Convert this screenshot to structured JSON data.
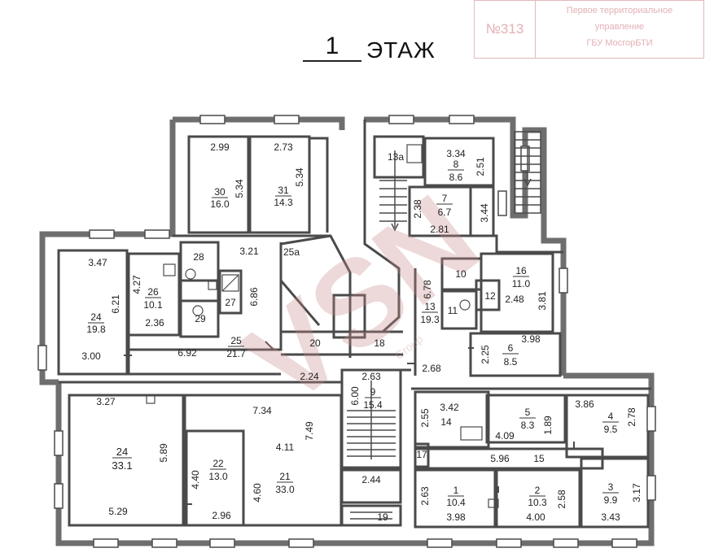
{
  "header": {
    "floor_number": "1",
    "floor_word": "ЭТАЖ"
  },
  "stamp": {
    "number": "№313",
    "lines": [
      "Первое территориальное",
      "управление",
      "ГБУ МосгорБТИ"
    ]
  },
  "watermark": "VSN",
  "watermark_small": "Group",
  "colors": {
    "wall": "#6e6e6e",
    "line": "#4a4a4a",
    "stamp": "#e4b0b5",
    "watermark": "#c98a8a"
  },
  "rooms": {
    "r30": {
      "num": "30",
      "area": "16.0",
      "w": "2.99",
      "h": "5.34"
    },
    "r31": {
      "num": "31",
      "area": "14.3",
      "w": "2.73",
      "h": "5.34"
    },
    "r13a": {
      "num": "13а"
    },
    "r8": {
      "num": "8",
      "area": "8.6",
      "w": "3.34",
      "h": "2.51"
    },
    "r7": {
      "num": "7",
      "area": "6.7",
      "w": "2.81",
      "h": "2.38",
      "d": "3.44"
    },
    "r24a": {
      "num": "24",
      "area": "19.8",
      "w": "3.47",
      "h": "6.21",
      "b": "3.00"
    },
    "r26": {
      "num": "26",
      "area": "10.1",
      "w": "2.36",
      "h": "4.27"
    },
    "r28": {
      "num": "28"
    },
    "r27": {
      "num": "27"
    },
    "r29": {
      "num": "29"
    },
    "r25": {
      "num": "25",
      "area": "21.7",
      "w": "6.92",
      "h": "6.86",
      "t": "3.21"
    },
    "r25a": {
      "num": "25а"
    },
    "r10": {
      "num": "10"
    },
    "r11": {
      "num": "11"
    },
    "r12": {
      "num": "12"
    },
    "r16": {
      "num": "16",
      "area": "11.0",
      "w": "2.48",
      "h": "3.81"
    },
    "r13": {
      "num": "13",
      "area": "19.3",
      "h": "6.78",
      "b": "2.68"
    },
    "r6": {
      "num": "6",
      "area": "8.5",
      "w": "3.98",
      "h": "2.25"
    },
    "r20": {
      "num": "20"
    },
    "r18": {
      "num": "18"
    },
    "r24b": {
      "num": "24",
      "area": "33.1",
      "w": "3.27",
      "h": "5.89",
      "b": "5.29"
    },
    "r22": {
      "num": "22",
      "area": "13.0",
      "h": "4.40",
      "b": "2.96"
    },
    "r21": {
      "num": "21",
      "area": "33.0",
      "w": "7.34",
      "h": "7.49",
      "d": "4.11",
      "l": "4.60",
      "t": "2.24"
    },
    "r9": {
      "num": "9",
      "area": "15.4",
      "w": "2.63",
      "h": "6.00",
      "b": "2.44"
    },
    "r19": {
      "num": "19"
    },
    "r14": {
      "num": "14",
      "w": "3.42",
      "h": "2.55"
    },
    "r5": {
      "num": "5",
      "area": "8.3",
      "w": "4.09",
      "h": "1.89"
    },
    "r4": {
      "num": "4",
      "area": "9.5",
      "w": "3.86",
      "h": "2.78"
    },
    "r17": {
      "num": "17"
    },
    "r15": {
      "num": "15",
      "w": "5.96"
    },
    "r1": {
      "num": "1",
      "area": "10.4",
      "w": "3.98",
      "h": "2.63"
    },
    "r2": {
      "num": "2",
      "area": "10.3",
      "w": "4.00",
      "h": "2.58"
    },
    "r3": {
      "num": "3",
      "area": "9.9",
      "w": "3.43",
      "h": "3.17"
    }
  }
}
